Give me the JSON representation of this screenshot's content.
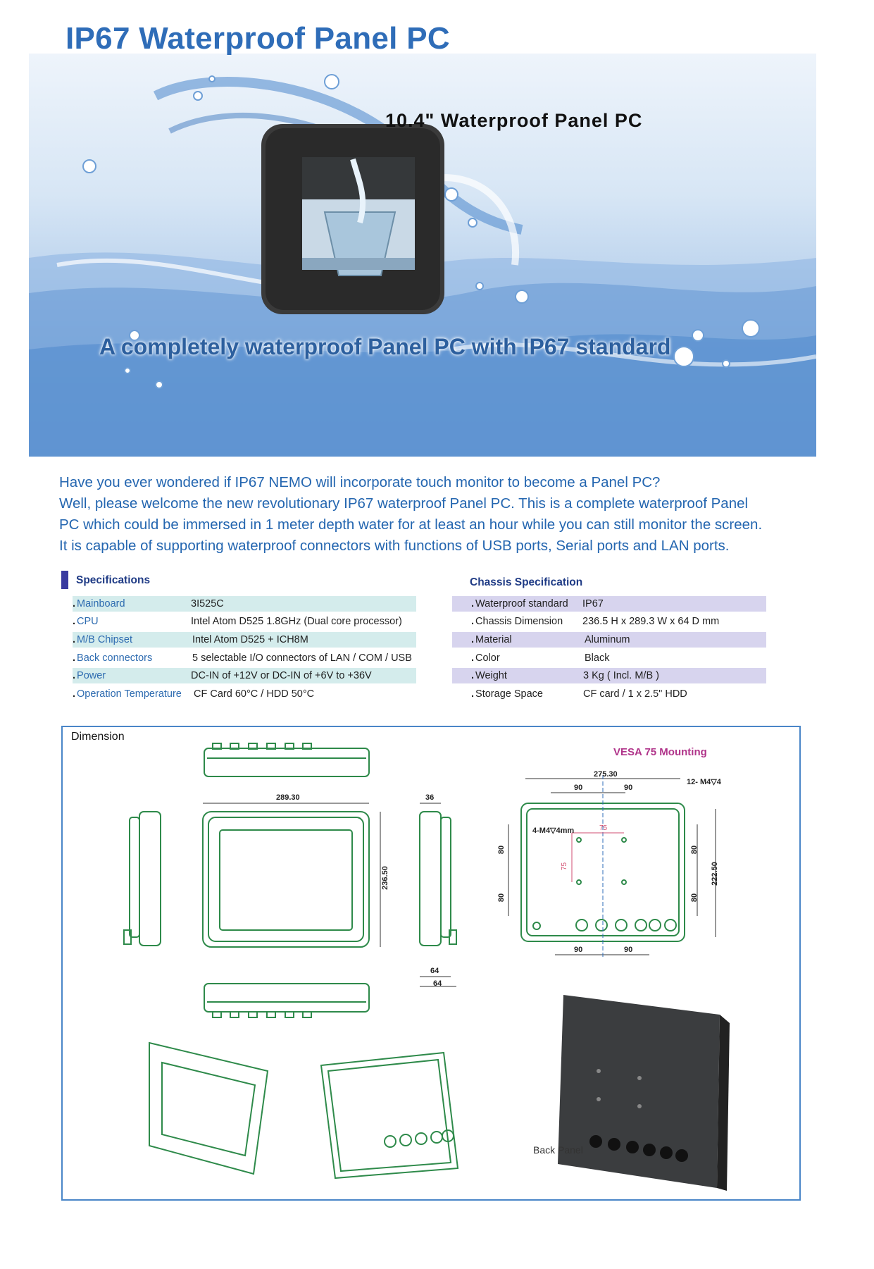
{
  "page": {
    "title": "IP67 Waterproof Panel PC"
  },
  "banner": {
    "subtitle": "10.4\" Waterproof Panel PC",
    "tagline": "A completely waterproof Panel PC with IP67 standard"
  },
  "intro": {
    "lines": [
      "Have you ever wondered if IP67 NEMO will incorporate touch monitor to become a Panel PC?",
      "Well, please welcome the new revolutionary IP67 waterproof Panel PC. This is a complete waterproof Panel",
      "PC which could be immersed in 1 meter depth water for at least an hour while you can still monitor the screen.",
      "It is capable of supporting waterproof connectors with functions of USB ports, Serial ports and LAN ports."
    ]
  },
  "specifications": {
    "heading": "Specifications",
    "rows": [
      {
        "label": "Mainboard",
        "value": "3I525C"
      },
      {
        "label": "CPU",
        "value": "Intel Atom D525 1.8GHz (Dual core processor)"
      },
      {
        "label": "M/B Chipset",
        "value": "Intel Atom D525 + ICH8M"
      },
      {
        "label": "Back connectors",
        "value": "5 selectable I/O connectors of LAN / COM / USB"
      },
      {
        "label": "Power",
        "value": "DC-IN of +12V or DC-IN of +6V to +36V"
      },
      {
        "label": "Operation Temperature",
        "value": "CF Card 60°C / HDD 50°C"
      }
    ]
  },
  "chassis": {
    "heading": "Chassis Specification",
    "rows": [
      {
        "label": "Waterproof standard",
        "value": "IP67"
      },
      {
        "label": "Chassis Dimension",
        "value": "236.5 H x 289.3 W x 64 D mm"
      },
      {
        "label": "Material",
        "value": "Aluminum"
      },
      {
        "label": "Color",
        "value": "Black"
      },
      {
        "label": "Weight",
        "value": "3 Kg ( Incl. M/B )"
      },
      {
        "label": "Storage Space",
        "value": "CF card / 1 x 2.5\" HDD"
      }
    ]
  },
  "dimension": {
    "label": "Dimension",
    "vesa_label": "VESA 75 Mounting",
    "back_panel_label": "Back Panel",
    "front_width": "289.30",
    "front_height": "236.50",
    "side_depth_top": "36",
    "side_depth_bottom_1": "64",
    "side_depth_bottom_2": "64",
    "rear_width": "275.30",
    "rear_pitch_top_1": "90",
    "rear_pitch_top_2": "90",
    "rear_pitch_bottom_1": "90",
    "rear_pitch_bottom_2": "90",
    "rear_height": "222.50",
    "rear_side_1": "80",
    "rear_side_2": "80",
    "rear_side_3": "80",
    "rear_side_4": "80",
    "hole_note_1": "12- M4▽4",
    "hole_note_2": "4-M4▽4mm",
    "vesa_x": "75",
    "vesa_y": "75"
  },
  "colors": {
    "title_blue": "#2f6db8",
    "intro_blue": "#2466b0",
    "spec_tint": "#d4ecec",
    "chassis_tint": "#d7d4ee",
    "drawing_green": "#2e8a4a",
    "vesa_magenta": "#b0348a"
  }
}
